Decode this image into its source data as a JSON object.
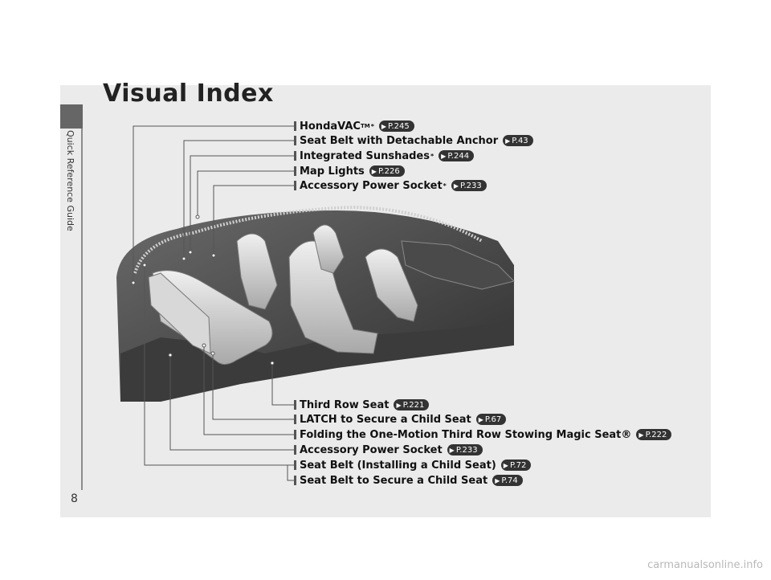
{
  "page": {
    "title": "Visual Index",
    "page_number": "8",
    "side_tab": "Quick Reference Guide",
    "watermark": "carmanualsonline.info"
  },
  "callouts": [
    {
      "label": "HondaVAC",
      "tm": "TM",
      "star": "*",
      "ref": "P.245"
    },
    {
      "label": "Seat Belt with Detachable Anchor",
      "tm": "",
      "star": "",
      "ref": "P.43"
    },
    {
      "label": "Integrated Sunshades",
      "tm": "",
      "star": "*",
      "ref": "P.244"
    },
    {
      "label": "Map Lights",
      "tm": "",
      "star": "",
      "ref": "P.226"
    },
    {
      "label": "Accessory Power Socket",
      "tm": "",
      "star": "*",
      "ref": "P.233"
    },
    {
      "label": "Third Row Seat",
      "tm": "",
      "star": "",
      "ref": "P.221"
    },
    {
      "label": "LATCH to Secure a Child Seat",
      "tm": "",
      "star": "",
      "ref": "P.67"
    },
    {
      "label": "Folding the One-Motion Third Row Stowing Magic Seat®",
      "tm": "",
      "star": "",
      "ref": "P.222"
    },
    {
      "label": "Accessory Power Socket",
      "tm": "",
      "star": "",
      "ref": "P.233"
    },
    {
      "label": "Seat Belt (Installing a Child Seat)",
      "tm": "",
      "star": "",
      "ref": "P.72"
    },
    {
      "label": "Seat Belt to Secure a Child Seat",
      "tm": "",
      "star": "",
      "ref": "P.74"
    }
  ],
  "colors": {
    "panel": "#ebebeb",
    "tab": "#666666",
    "ref_badge": "#333333",
    "leader": "#555555"
  }
}
